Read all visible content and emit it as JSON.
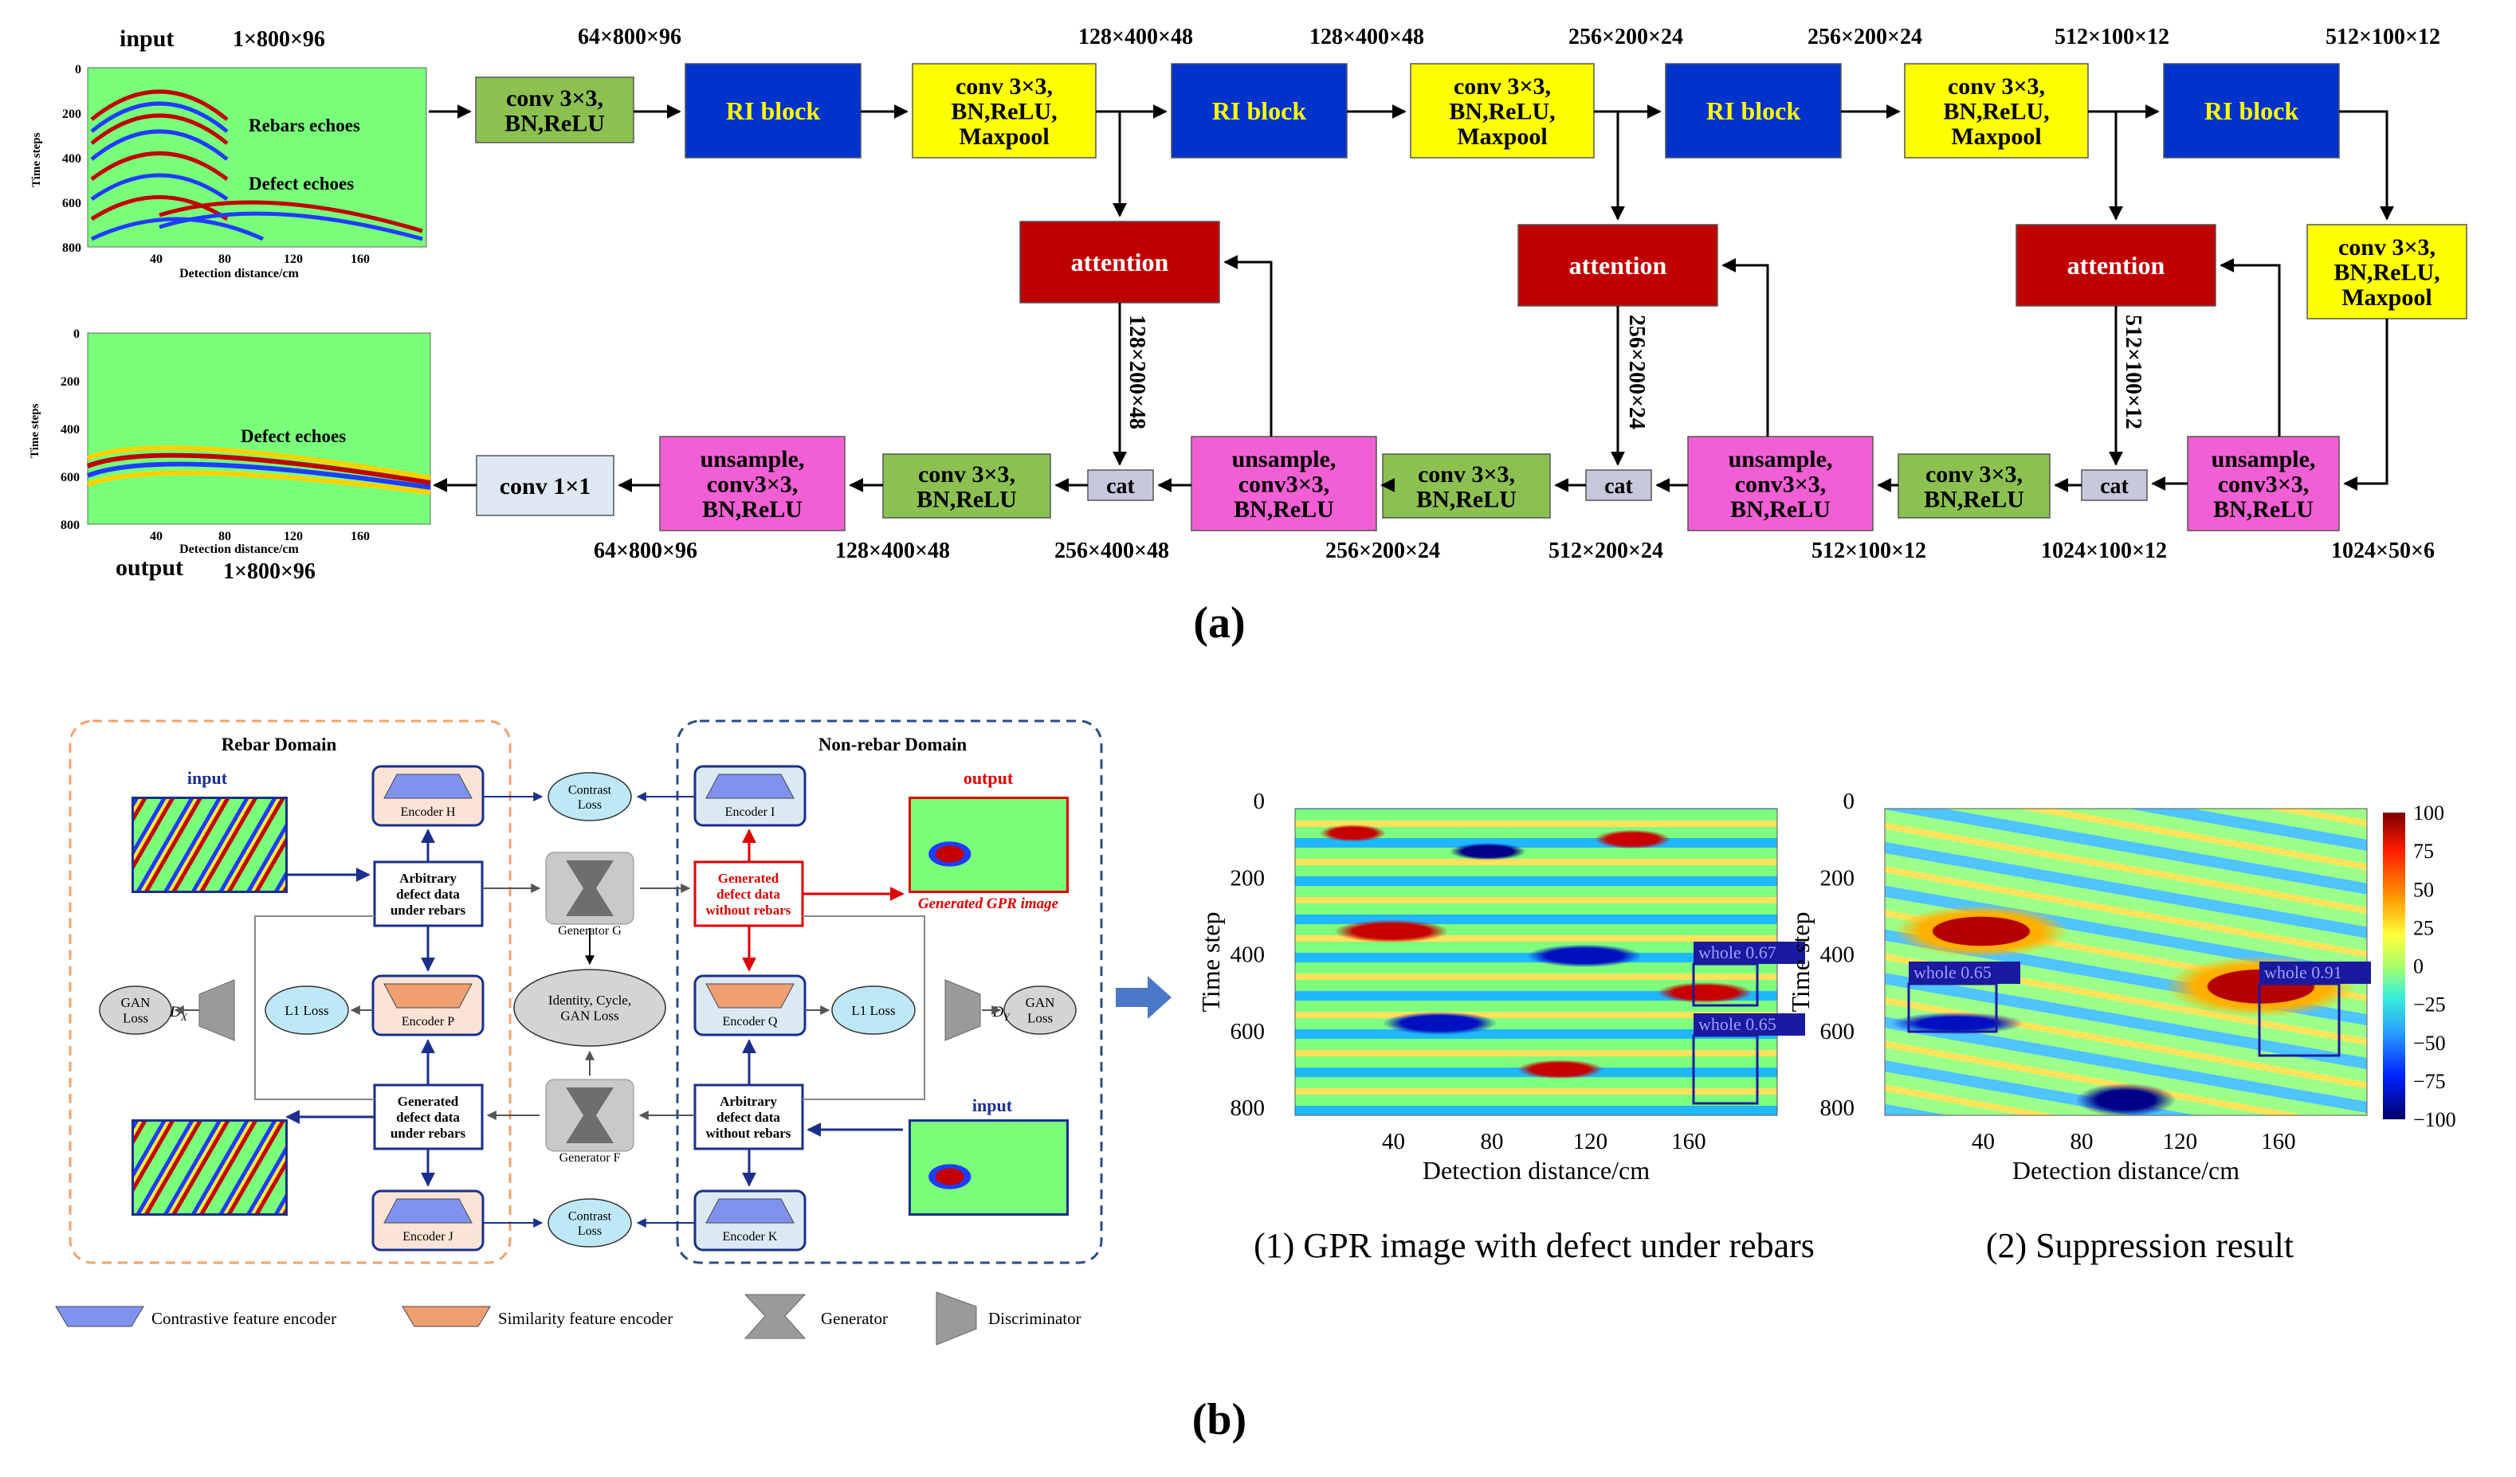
{
  "panel_a": {
    "input_label": "input",
    "input_dim": "1×800×96",
    "output_label": "output",
    "output_dim": "1×800×96",
    "plot_in": {
      "ylabel": "Time steps",
      "xlabel": "Detection distance/cm",
      "yticks": [
        "0",
        "200",
        "400",
        "600",
        "800"
      ],
      "xticks": [
        "40",
        "80",
        "120",
        "160"
      ],
      "ann1": "Rebars echoes",
      "ann2": "Defect echoes"
    },
    "plot_out": {
      "ylabel": "Time steps",
      "xlabel": "Detection distance/cm",
      "yticks": [
        "0",
        "200",
        "400",
        "600",
        "800"
      ],
      "xticks": [
        "40",
        "80",
        "120",
        "160"
      ],
      "ann": "Defect echoes"
    },
    "blocks": {
      "conv_bn_relu": "conv 3×3,|BN,ReLU",
      "ri_block": "RI block",
      "conv_pool": "conv 3×3,|BN,ReLU,|Maxpool",
      "attention": "attention",
      "cat": "cat",
      "upsample": "unsample,|conv3×3,|BN,ReLU",
      "conv1x1": "conv 1×1"
    },
    "top_dims": [
      "64×800×96",
      "128×400×48",
      "128×400×48",
      "256×200×24",
      "256×200×24",
      "512×100×12",
      "512×100×12"
    ],
    "vertical_dims": [
      "128×200×48",
      "256×200×24",
      "512×100×12"
    ],
    "bottom_dims": [
      "64×800×96",
      "128×400×48",
      "256×400×48",
      "256×200×24",
      "512×200×24",
      "512×100×12",
      "1024×100×12",
      "1024×50×6"
    ],
    "caption": "(a)"
  },
  "panel_b": {
    "rebar_domain": "Rebar Domain",
    "nonrebar_domain": "Non-rebar Domain",
    "input_top": "input",
    "input_bottom": "input",
    "output_label": "output",
    "generated_gpr": "Generated GPR image",
    "encoders": {
      "H": "Encoder H",
      "I": "Encoder I",
      "P": "Encoder P",
      "Q": "Encoder Q",
      "J": "Encoder J",
      "K": "Encoder K"
    },
    "contrast_loss": "Contrast|Loss",
    "arb_rebars": "Arbitrary|defect data|under rebars",
    "gen_no_rebars": "Generated|defect data|without rebars",
    "gen_rebars": "Generated|defect data|under rebars",
    "arb_no_rebars": "Arbitrary|defect data|without rebars",
    "generator_g": "Generator G",
    "generator_f": "Generator F",
    "identity_loss": "Identity, Cycle,|GAN Loss",
    "l1_loss": "L1 Loss",
    "gan_loss": "GAN|Loss",
    "dx": "D",
    "dx_sub": "X",
    "dy": "D",
    "dy_sub": "Y",
    "legend": {
      "contrastive": "Contrastive feature encoder",
      "similarity": "Similarity feature encoder",
      "generator": "Generator",
      "discriminator": "Discriminator"
    },
    "result1": {
      "ylabel": "Time step",
      "xlabel": "Detection distance/cm",
      "yticks": [
        "0",
        "200",
        "400",
        "600",
        "800"
      ],
      "xticks": [
        "40",
        "80",
        "120",
        "160"
      ],
      "boxes": [
        "whole 0.67",
        "whole 0.65"
      ],
      "caption": "(1) GPR image with defect under rebars"
    },
    "result2": {
      "ylabel": "Time step",
      "xlabel": "Detection distance/cm",
      "yticks": [
        "0",
        "200",
        "400",
        "600",
        "800"
      ],
      "xticks": [
        "40",
        "80",
        "120",
        "160"
      ],
      "boxes": [
        "whole 0.65",
        "whole 0.91"
      ],
      "caption": "(2) Suppression result"
    },
    "colorbar_ticks": [
      "100",
      "75",
      "50",
      "25",
      "0",
      "−25",
      "−50",
      "−75",
      "−100"
    ],
    "caption": "(b)"
  },
  "colors": {
    "green_block": "#8cc151",
    "blue_block": "#0033cc",
    "yellow_block": "#ffff00",
    "red_block": "#c00000",
    "pink_block": "#f05fd3",
    "cat_block": "#c8c8dc",
    "conv1_block": "#dde8f2"
  }
}
